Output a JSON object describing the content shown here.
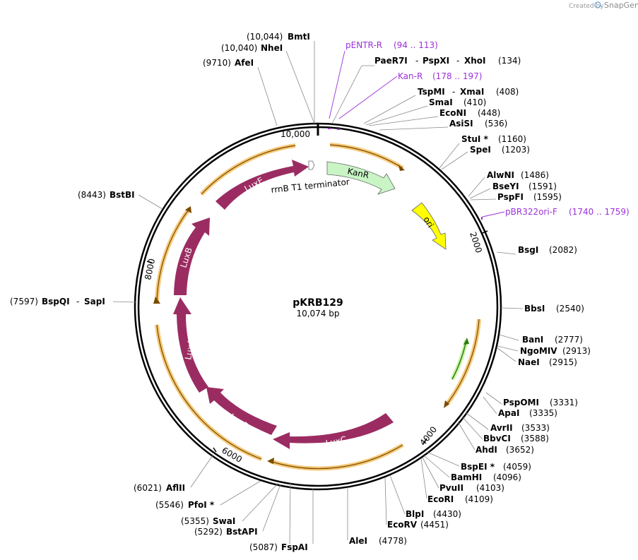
{
  "header": {
    "credit": "Created by",
    "brand": "SnapGene"
  },
  "plasmid": {
    "name": "pKRB129",
    "size": "10,074 bp"
  },
  "ticks": [
    "10,000",
    "2000",
    "4000",
    "6000",
    "8000"
  ],
  "primers": [
    {
      "name": "pENTR-R",
      "range": "(94 .. 113)"
    },
    {
      "name": "Kan-R",
      "range": "(178 .. 197)"
    },
    {
      "name": "pBR322ori-F",
      "range": "(1740 .. 1759)"
    }
  ],
  "sites_top": [
    {
      "pos": "(10,044)",
      "name": "BmtI"
    },
    {
      "pos": "(10,040)",
      "name": "NheI"
    },
    {
      "pos": "(9710)",
      "name": "AfeI"
    }
  ],
  "sites_right": [
    {
      "name": "PaeR7I",
      "sep1": "-",
      "name2": "PspXI",
      "sep2": "-",
      "name3": "XhoI",
      "pos": "(134)"
    },
    {
      "name": "TspMI",
      "sep1": "-",
      "name2": "XmaI",
      "pos": "(408)"
    },
    {
      "name": "SmaI",
      "pos": "(410)"
    },
    {
      "name": "EcoNI",
      "pos": "(448)"
    },
    {
      "name": "AsiSI",
      "pos": "(536)"
    },
    {
      "name": "StuI *",
      "pos": "(1160)"
    },
    {
      "name": "SpeI",
      "pos": "(1203)"
    },
    {
      "name": "AlwNI",
      "pos": "(1486)"
    },
    {
      "name": "BseYI",
      "pos": "(1591)"
    },
    {
      "name": "PspFI",
      "pos": "(1595)"
    },
    {
      "name": "BsgI",
      "pos": "(2082)"
    },
    {
      "name": "BbsI",
      "pos": "(2540)"
    },
    {
      "name": "BanI",
      "pos": "(2777)"
    },
    {
      "name": "NgoMIV",
      "pos": "(2913)"
    },
    {
      "name": "NaeI",
      "pos": "(2915)"
    },
    {
      "name": "PspOMI",
      "pos": "(3331)"
    },
    {
      "name": "ApaI",
      "pos": "(3335)"
    },
    {
      "name": "AvrII",
      "pos": "(3533)"
    },
    {
      "name": "BbvCI",
      "pos": "(3588)"
    },
    {
      "name": "AhdI",
      "pos": "(3652)"
    },
    {
      "name": "BspEI *",
      "pos": "(4059)"
    },
    {
      "name": "BamHI",
      "pos": "(4096)"
    },
    {
      "name": "PvuII",
      "pos": "(4103)"
    },
    {
      "name": "EcoRI",
      "pos": "(4109)"
    },
    {
      "name": "BlpI",
      "pos": "(4430)"
    },
    {
      "name": "EcoRV",
      "pos": "(4451)"
    },
    {
      "name": "AleI",
      "pos": "(4778)"
    }
  ],
  "sites_left": [
    {
      "pos": "(8443)",
      "name": "BstBI"
    },
    {
      "pos": "(7597)",
      "name": "BspQI",
      "sep": "-",
      "name2": "SapI"
    },
    {
      "pos": "(6021)",
      "name": "AflII"
    },
    {
      "pos": "(5546)",
      "name": "PfoI *"
    },
    {
      "pos": "(5355)",
      "name": "SwaI"
    },
    {
      "pos": "(5292)",
      "name": "BstAPI"
    },
    {
      "pos": "(5087)",
      "name": "FspAI"
    }
  ],
  "features": {
    "kanr": "KanR",
    "ori": "ori",
    "terminator": "rrnB T1 terminator",
    "luxe": "LuxE",
    "luxb": "LuxB",
    "luxa": "LuxA",
    "luxd": "LuxD",
    "luxc": "LuxC"
  },
  "colors": {
    "lux": "#9b2c62",
    "kanr": "#c9f5c5",
    "ori": "#ffff00",
    "orf": "#f5c46a",
    "primer": "#9b30d9",
    "backbone": "#000000"
  }
}
